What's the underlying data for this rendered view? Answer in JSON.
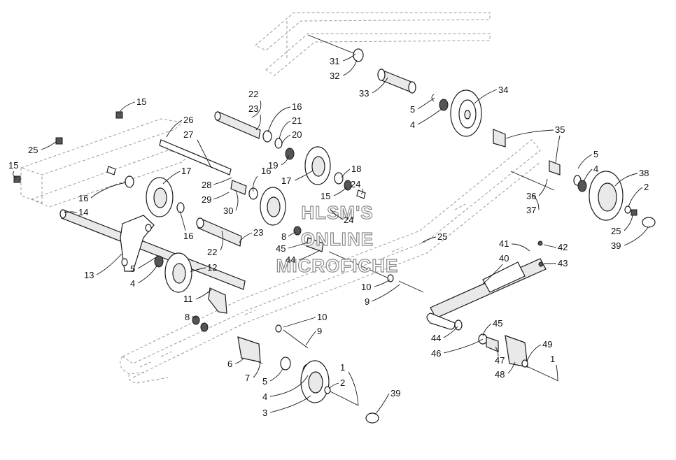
{
  "watermark": [
    "HLSM'S",
    "ONLINE",
    "MICROFICHE"
  ],
  "callouts": [
    "31",
    "32",
    "33",
    "34",
    "5",
    "4",
    "35",
    "5",
    "4",
    "38",
    "2",
    "36",
    "37",
    "25",
    "39",
    "15",
    "26",
    "27",
    "22",
    "23",
    "16",
    "21",
    "20",
    "19",
    "17",
    "18",
    "15",
    "24",
    "25",
    "24",
    "16",
    "17",
    "16",
    "28",
    "29",
    "30",
    "15",
    "14",
    "16",
    "25",
    "13",
    "5",
    "4",
    "12",
    "11",
    "22",
    "23",
    "8",
    "45",
    "44",
    "10",
    "9",
    "41",
    "42",
    "40",
    "43",
    "8",
    "10",
    "9",
    "45",
    "44",
    "46",
    "47",
    "48",
    "49",
    "1",
    "6",
    "7",
    "5",
    "4",
    "3",
    "2",
    "1",
    "39"
  ]
}
